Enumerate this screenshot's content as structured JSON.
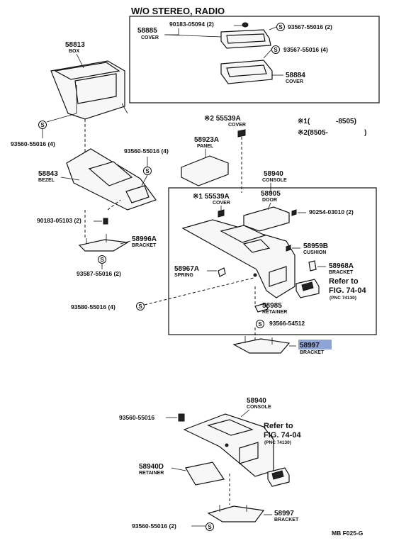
{
  "header": {
    "title": "W/O STEREO, RADIO"
  },
  "notes": {
    "line1_mark": "※1(",
    "line1_range": "-8505)",
    "line2_mark": "※2(8505-",
    "line2_range": ")"
  },
  "labels": {
    "p58813": {
      "num": "58813",
      "name": "BOX"
    },
    "p58885": {
      "num": "58885",
      "name": "COVER"
    },
    "p90183_05094": "90183-05094 (2)",
    "p93567_55016_2": "93567-55016 (2)",
    "p93567_55016_4": "93567-55016 (4)",
    "p58884": {
      "num": "58884",
      "name": "COVER"
    },
    "p93560_55016_4a": "93560-55016 (4)",
    "p93560_55016_4b": "93560-55016 (4)",
    "p58843": {
      "num": "58843",
      "name": "BEZEL"
    },
    "p90183_05103": "90183-05103 (2)",
    "p58996A": {
      "num": "58996A",
      "name": "BRACKET"
    },
    "p93587_55016": "93587-55016 (2)",
    "p55539A_2": {
      "num": "※2 55539A",
      "name": "COVER"
    },
    "p58923A": {
      "num": "58923A",
      "name": "PANEL"
    },
    "p58940a": {
      "num": "58940",
      "name": "CONSOLE"
    },
    "p55539A_1": {
      "num": "※1 55539A",
      "name": "COVER"
    },
    "p58905": {
      "num": "58905",
      "name": "DOOR"
    },
    "p90254_03010": "90254-03010 (2)",
    "p58959B": {
      "num": "58959B",
      "name": "CUSHION"
    },
    "p58967A": {
      "num": "58967A",
      "name": "SPRING"
    },
    "p58968A": {
      "num": "58968A",
      "name": "BRACKET"
    },
    "ref1": {
      "line1": "Refer to",
      "line2": "FIG. 74-04",
      "line3": "(PNC 74130)"
    },
    "p93580_55016": "93580-55016 (4)",
    "p58985": {
      "num": "58985",
      "name": "RETAINER"
    },
    "p93566_54512": "93566-54512",
    "p58997a": {
      "num": "58997",
      "name": "BRACKET"
    },
    "p93560_55016_single": "93560-55016",
    "p58940b": {
      "num": "58940",
      "name": "CONSOLE"
    },
    "ref2": {
      "line1": "Refer to",
      "line2": "FIG. 74-04",
      "line3": "(PNC 74130)"
    },
    "p58940D": {
      "num": "58940D",
      "name": "RETAINER"
    },
    "p58997b": {
      "num": "58997",
      "name": "BRACKET"
    },
    "p93560_55016_2": "93560-55016 (2)",
    "footer": "MB  F025-G"
  },
  "colors": {
    "highlight": "#8fa4d6",
    "ink": "#111111"
  },
  "icons": {
    "clip_marker": "circle-s-icon"
  }
}
